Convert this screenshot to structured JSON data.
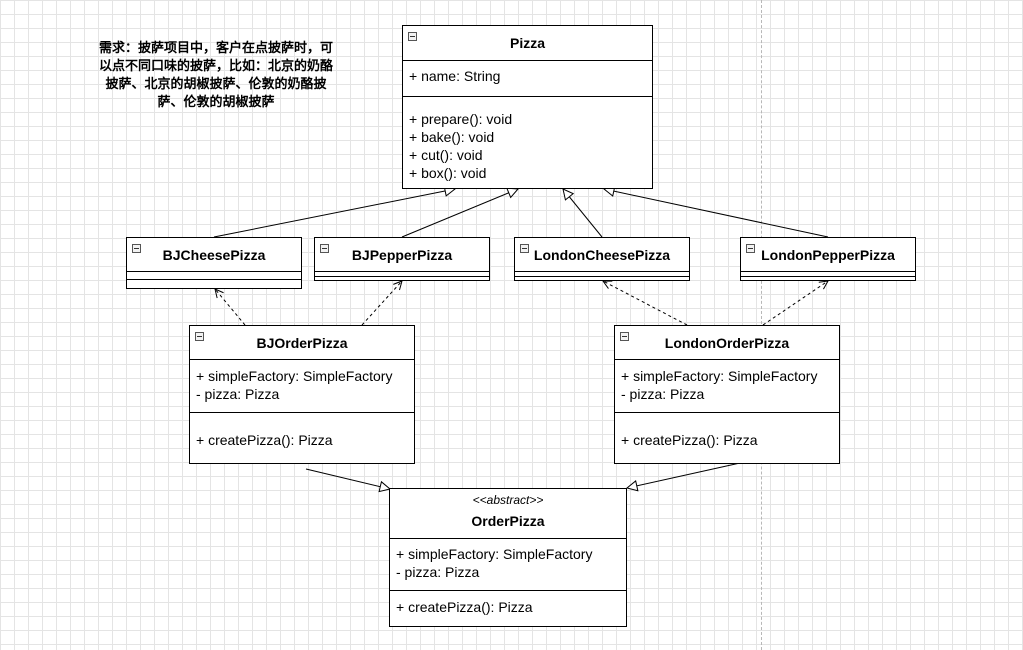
{
  "note": {
    "lines": [
      "需求：披萨项目中，客户在点披萨时，可",
      "以点不同口味的披萨，比如：北京的奶酪",
      "披萨、北京的胡椒披萨、伦敦的奶酪披",
      "萨、伦敦的胡椒披萨"
    ]
  },
  "classes": {
    "pizza": {
      "name": "Pizza",
      "attributes": [
        "+ name: String"
      ],
      "methods": [
        "+ prepare(): void",
        "+ bake(): void",
        "+ cut(): void",
        "+ box(): void"
      ]
    },
    "bj_cheese": {
      "name": "BJCheesePizza"
    },
    "bj_pepper": {
      "name": "BJPepperPizza"
    },
    "london_cheese": {
      "name": "LondonCheesePizza"
    },
    "london_pepper": {
      "name": "LondonPepperPizza"
    },
    "bj_order": {
      "name": "BJOrderPizza",
      "attributes": [
        "+ simpleFactory: SimpleFactory",
        "- pizza: Pizza"
      ],
      "methods": [
        "+ createPizza(): Pizza"
      ]
    },
    "london_order": {
      "name": "LondonOrderPizza",
      "attributes": [
        "+ simpleFactory: SimpleFactory",
        "- pizza: Pizza"
      ],
      "methods": [
        "+ createPizza(): Pizza"
      ]
    },
    "order_pizza": {
      "stereotype": "<<abstract>>",
      "name": "OrderPizza",
      "attributes": [
        "+ simpleFactory: SimpleFactory",
        "- pizza: Pizza"
      ],
      "methods": [
        "+ createPizza(): Pizza"
      ]
    }
  }
}
